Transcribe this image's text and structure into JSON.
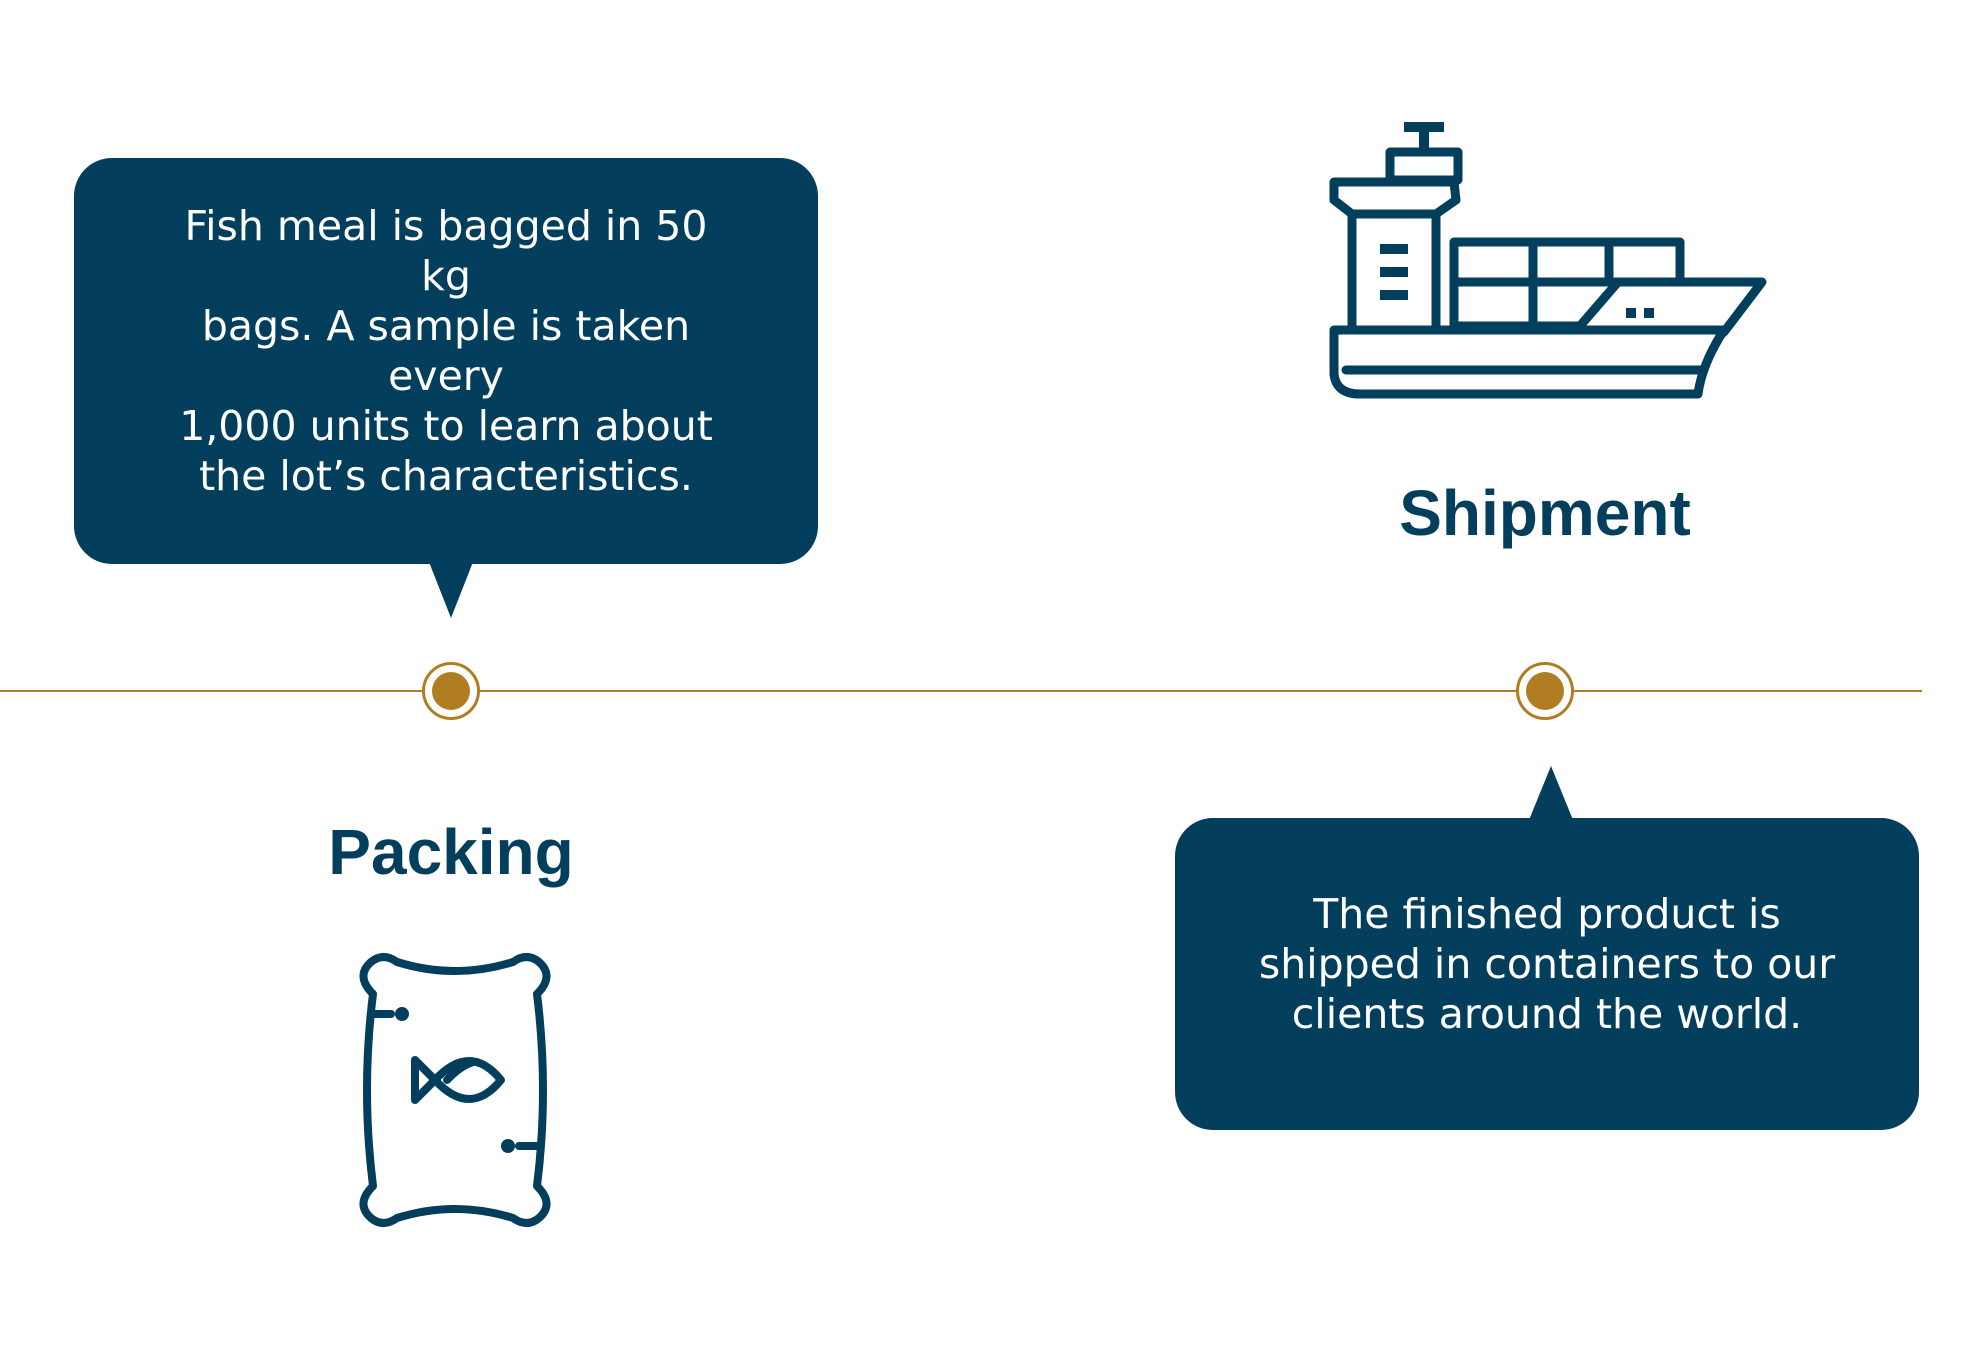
{
  "steps": [
    {
      "title": "Packing",
      "description": "Fish meal is bagged in 50 kg\nbags. A sample is taken every\n1,000 units to learn about\nthe lot’s characteristics.",
      "icon": "fish-sack-icon"
    },
    {
      "title": "Shipment",
      "description": "The finished product is\nshipped in containers to our\nclients around the world.",
      "icon": "cargo-ship-icon"
    }
  ],
  "colors": {
    "navy": "#033F5C",
    "gold": "#B07D23",
    "background": "#FFFFFF"
  }
}
